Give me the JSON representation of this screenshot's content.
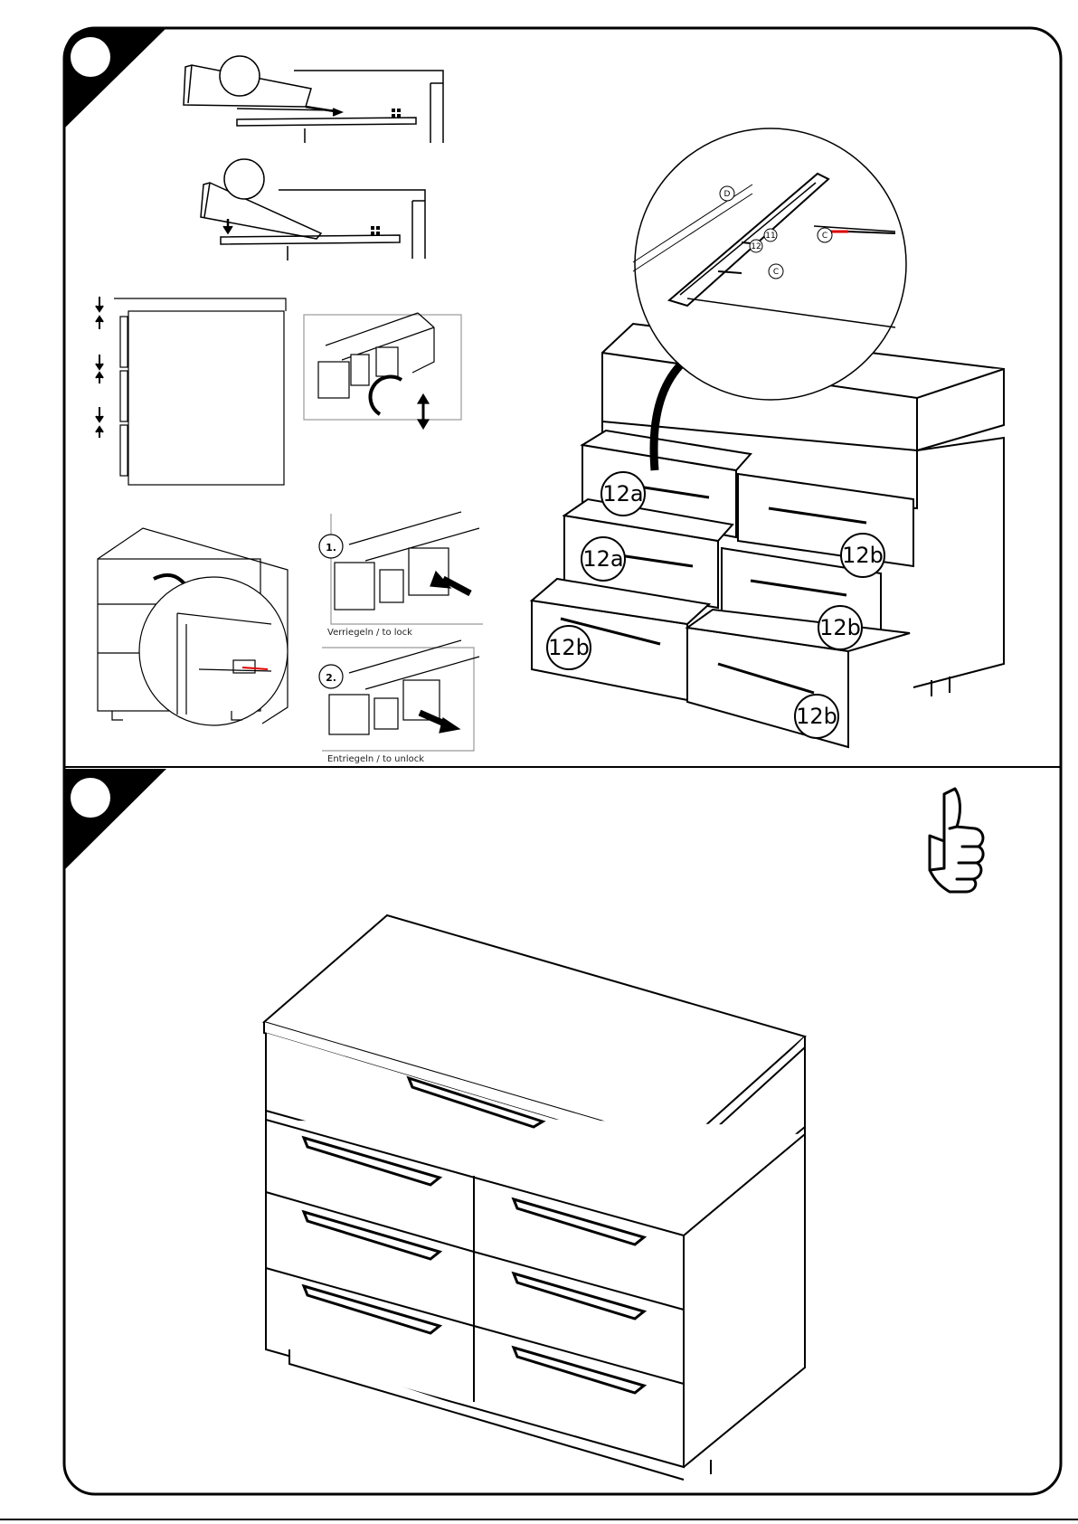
{
  "document": {
    "type": "assembly-instruction-sheet",
    "panels": [
      {
        "id": "top",
        "step_number": "",
        "lock_caption": "Verriegeln / to lock",
        "unlock_caption": "Entriegeln / to unlock",
        "sequence_labels": [
          "1.",
          "2."
        ],
        "detail_callouts": [
          "D",
          "C",
          "C",
          "11",
          "12"
        ],
        "drawer_labels": [
          "12a",
          "12a",
          "12b",
          "12b",
          "12b",
          "12b"
        ]
      },
      {
        "id": "bottom",
        "step_number": "",
        "completion_icon": "thumbs-up-icon"
      }
    ]
  }
}
